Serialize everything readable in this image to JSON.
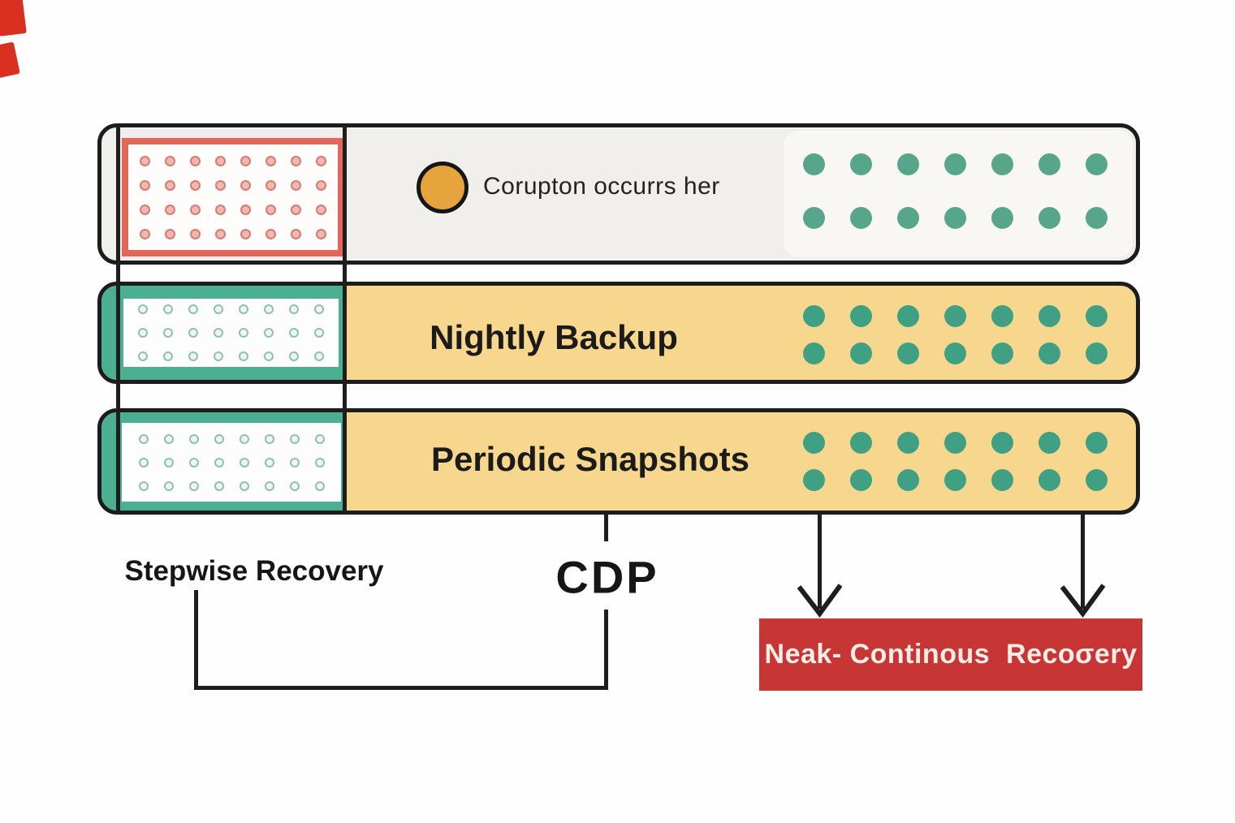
{
  "corner_marks": {
    "color": "#d9301f"
  },
  "timeline_rows": [
    {
      "id": "corrupted-timeline",
      "fill": "#f0efec",
      "event_label": "Corupton occurrs her",
      "event_marker_color": "#e7a43c",
      "corrupt_grid": {
        "cols": 8,
        "rows": 4,
        "color": "#f6b5ae",
        "border": "#cf7d75",
        "frame_color": "#e0685a"
      },
      "dots": {
        "cols": 7,
        "rows": 2,
        "color": "#57a68c"
      }
    },
    {
      "label": "Nightly Backup",
      "fill": "#f7d78d",
      "side_color": "#4daf92",
      "snapshot_grid": {
        "cols": 8,
        "rows": 3,
        "color": "#edf6f1",
        "border": "#8fc0ae"
      },
      "dots": {
        "cols": 7,
        "rows": 2,
        "color": "#3fa084"
      }
    },
    {
      "label": "Periodic Snapshots",
      "fill": "#f7d78d",
      "side_color": "#4daf92",
      "snapshot_grid": {
        "cols": 8,
        "rows": 3,
        "color": "#edf6f1",
        "border": "#8fc0ae"
      },
      "dots": {
        "cols": 7,
        "rows": 2,
        "color": "#3fa084"
      }
    }
  ],
  "annotations": {
    "stepwise_label": "Stepwise Recovery",
    "cdp_label": "CDP",
    "recovery_label": "Neak- Continous  Recoσery",
    "recovery_fill": "#c73535",
    "recovery_text_color": "#f4ede6",
    "line_color": "#1e1e1e"
  }
}
